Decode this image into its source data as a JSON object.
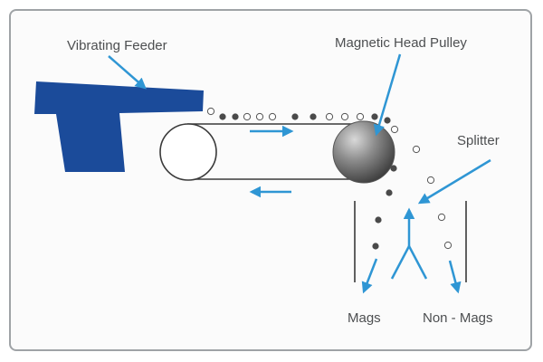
{
  "labels": {
    "vibrating_feeder": "Vibrating Feeder",
    "magnetic_head_pulley": "Magnetic Head Pulley",
    "splitter": "Splitter",
    "mags": "Mags",
    "non_mags": "Non - Mags"
  },
  "colors": {
    "feeder": "#1b4b9a",
    "arrow": "#2f96d4",
    "outline": "#3a3a3a",
    "text": "#4d4f51",
    "mag_particle": "#4a4a4a",
    "nonmag_particle": "#ffffff"
  },
  "icons": {
    "direction_arrow": "arrow-icon"
  }
}
